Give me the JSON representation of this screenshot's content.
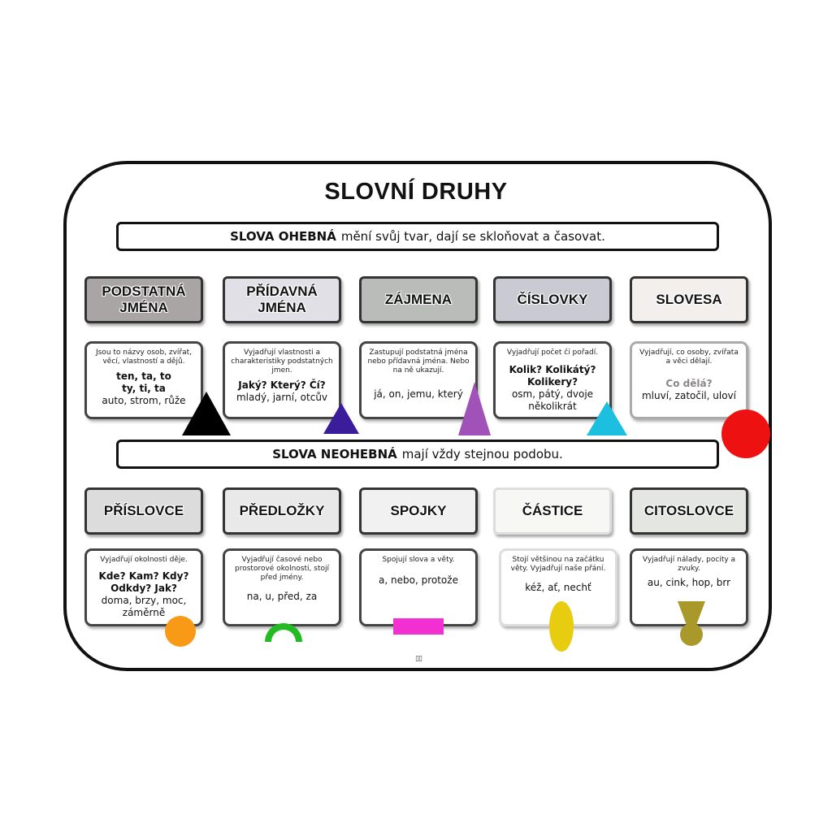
{
  "title": "SLOVNÍ DRUHY",
  "banner_top": {
    "bold": "SLOVA OHEBNÁ",
    "text": "mění svůj tvar, dají se skloňovat a časovat."
  },
  "banner_bottom": {
    "bold": "SLOVA NEOHEBNÁ",
    "text": "mají vždy stejnou podobu."
  },
  "row1": [
    {
      "head": "PODSTATNÁ\nJMÉNA",
      "head_color": "#a9a5a5",
      "desc": "Jsou to názvy osob, zvířat, věcí, vlastností a dějů.",
      "question": "ten, ta, to\nty, ti, ta",
      "examples": "auto, strom, růže"
    },
    {
      "head": "PŘÍDAVNÁ\nJMÉNA",
      "head_color": "#e0e0e6",
      "desc": "Vyjadřují vlastnosti a charakteristiky podstatných jmen.",
      "question": "Jaký? Který? Čí?",
      "examples": "mladý, jarní, otcův"
    },
    {
      "head": "ZÁJMENA",
      "head_color": "#b9bcb8",
      "desc": "Zastupují podstatná jména nebo přídavná jména. Nebo na ně ukazují.",
      "question": "",
      "examples": "já, on, jemu, který"
    },
    {
      "head": "ČÍSLOVKY",
      "head_color": "#cacad2",
      "desc": "Vyjadřují počet či pořadí.",
      "question": "Kolik? Kolikátý?\nKolikery?",
      "examples": "osm, pátý, dvoje\nněkolikrát"
    },
    {
      "head": "SLOVESA",
      "head_color": "#f2efec",
      "desc": "Vyjadřují, co osoby, zvířata a věci dělají.",
      "question": "Co dělá?",
      "examples": "mluví, zatočil, uloví"
    }
  ],
  "row2": [
    {
      "head": "PŘÍSLOVCE",
      "head_color": "#dcdcdc",
      "desc": "Vyjadřují okolnosti děje.",
      "question": "Kde? Kam? Kdy?\nOdkdy? Jak?",
      "examples": "doma, brzy, moc,\nzáměrně"
    },
    {
      "head": "PŘEDLOŽKY",
      "head_color": "#e9e9e9",
      "desc": "Vyjadřují časové nebo prostorové okolnosti, stojí před jmény.",
      "question": "",
      "examples": "na, u, před, za"
    },
    {
      "head": "SPOJKY",
      "head_color": "#f1f1f1",
      "desc": "Spojují slova a věty.",
      "question": "",
      "examples": "a, nebo, protože"
    },
    {
      "head": "ČÁSTICE",
      "head_color": "#f7f7f3",
      "desc": "Stojí většinou na začátku věty. Vyjadřují naše přání.",
      "question": "",
      "examples": "kéž, ať, nechť"
    },
    {
      "head": "CITOSLOVCE",
      "head_color": "#e4e6e2",
      "desc": "Vyjadřují nálady, pocity a zvuky.",
      "question": "",
      "examples": "au, cink, hop, brr"
    }
  ],
  "shape_colors": {
    "black_triangle": "#000000",
    "indigo_triangle": "#3b1d9c",
    "purple_triangle": "#a052b8",
    "cyan_triangle": "#1cbfe0",
    "red_circle": "#ee1111",
    "orange_circle": "#f89a16",
    "green_arc": "#22bb22",
    "magenta_bar": "#f22fd0",
    "yellow_ellipse": "#e8cc10",
    "olive_goblet": "#a9982a"
  }
}
